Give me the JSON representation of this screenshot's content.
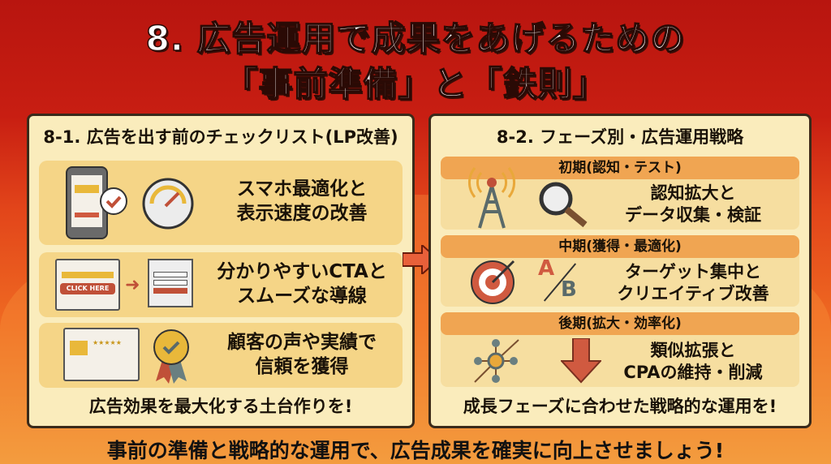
{
  "title": {
    "line1": "8. 広告運用で成果をあげるための",
    "line2": "「事前準備」と「鉄則」"
  },
  "left_panel": {
    "heading": "8-1. 広告を出す前のチェックリスト(LP改善)",
    "items": [
      {
        "line1": "スマホ最適化と",
        "line2": "表示速度の改善",
        "icons": [
          "smartphone-check-icon",
          "speedometer-icon"
        ]
      },
      {
        "line1": "分かりやすいCTAと",
        "line2": "スムーズな導線",
        "icons": [
          "click-here-browser-icon",
          "form-icon"
        ],
        "button_text": "CLICK HERE"
      },
      {
        "line1": "顧客の声や実績で",
        "line2": "信頼を獲得",
        "icons": [
          "review-page-icon",
          "award-badge-icon"
        ]
      }
    ],
    "footer": "広告効果を最大化する土台作りを!"
  },
  "right_panel": {
    "heading": "8-2. フェーズ別・広告運用戦略",
    "phases": [
      {
        "label": "初期(認知・テスト)",
        "line1": "認知拡大と",
        "line2": "データ収集・検証",
        "icons": [
          "broadcast-tower-icon",
          "magnifier-icon"
        ]
      },
      {
        "label": "中期(獲得・最適化)",
        "line1": "ターゲット集中と",
        "line2": "クリエイティブ改善",
        "icons": [
          "target-icon",
          "ab-test-icon"
        ],
        "ab": [
          "A",
          "B"
        ]
      },
      {
        "label": "後期(拡大・効率化)",
        "line1": "類似拡張と",
        "line2": "CPAの維持・削減",
        "icons": [
          "network-expand-icon",
          "down-arrow-icon"
        ]
      }
    ],
    "footer": "成長フェーズに合わせた戦略的な運用を!"
  },
  "bottom_message": "事前の準備と戦略的な運用で、広告成果を確実に向上させましょう!",
  "colors": {
    "background_top": "#c01a12",
    "background_bottom": "#ef6a22",
    "panel": "#faecbc",
    "row": "#f5d587",
    "phase_header": "#f0a552",
    "accent_red": "#d05a40"
  }
}
